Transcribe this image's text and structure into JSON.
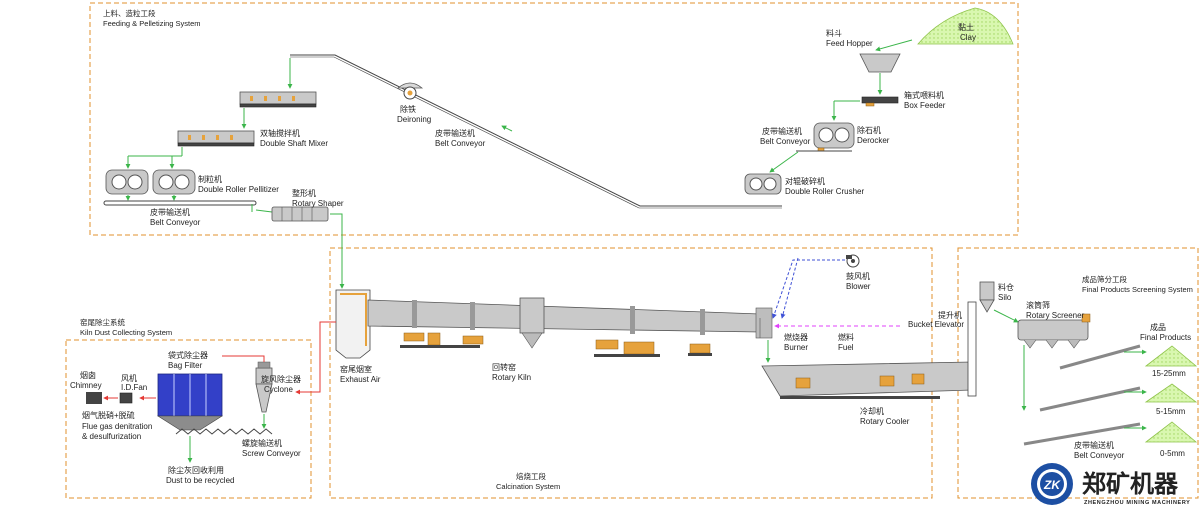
{
  "zones": {
    "feeding_cn": "上料、造粒工段",
    "feeding_en": "Feeding & Pelletizing System",
    "dust_cn": "窑尾除尘系统",
    "dust_en": "Kiln Dust Collecting System",
    "calcination_cn": "焙烧工段",
    "calcination_en": "Calcination System",
    "screening_cn": "成品筛分工段",
    "screening_en": "Final Products Screening System"
  },
  "labels": {
    "clay_cn": "黏土",
    "clay_en": "Clay",
    "feed_hopper_cn": "料斗",
    "feed_hopper_en": "Feed Hopper",
    "box_feeder_cn": "箱式喂料机",
    "box_feeder_en": "Box Feeder",
    "derocker_cn": "除石机",
    "derocker_en": "Derocker",
    "belt_conveyor_cn": "皮带输送机",
    "belt_conveyor_en": "Belt Conveyor",
    "double_roller_crusher_cn": "对辊破碎机",
    "double_roller_crusher_en": "Double Roller Crusher",
    "deironing_cn": "除铁",
    "deironing_en": "Deironing",
    "double_shaft_mixer_cn": "双轴搅拌机",
    "double_shaft_mixer_en": "Double Shaft Mixer",
    "pellitizer_cn": "制粒机",
    "pellitizer_en": "Double Roller Pellitizer",
    "rotary_shaper_cn": "整形机",
    "rotary_shaper_en": "Rotary Shaper",
    "blower_cn": "鼓风机",
    "blower_en": "Blower",
    "burner_cn": "燃烧器",
    "burner_en": "Burner",
    "fuel_cn": "燃料",
    "fuel_en": "Fuel",
    "bucket_elevator_cn": "提升机",
    "bucket_elevator_en": "Bucket Elevator",
    "silo_cn": "料仓",
    "silo_en": "Silo",
    "rotary_screener_cn": "滚筒筛",
    "rotary_screener_en": "Rotary Screener",
    "final_products_cn": "成品",
    "final_products_en": "Final Products",
    "size_1": "15-25mm",
    "size_2": "5-15mm",
    "size_3": "0-5mm",
    "exhaust_air_cn": "窑尾烟室",
    "exhaust_air_en": "Exhaust Air",
    "rotary_kiln_cn": "回转窑",
    "rotary_kiln_en": "Rotary Kiln",
    "rotary_cooler_cn": "冷却机",
    "rotary_cooler_en": "Rotary Cooler",
    "chimney_cn": "烟囱",
    "chimney_en": "Chimney",
    "id_fan_cn": "风机",
    "id_fan_en": "I.D.Fan",
    "bag_filter_cn": "袋式除尘器",
    "bag_filter_en": "Bag Filter",
    "cyclone_cn": "旋风除尘器",
    "cyclone_en": "Cyclone",
    "flue_gas_cn": "烟气脱硝+脱硫",
    "flue_gas_en1": "Flue gas denitration",
    "flue_gas_en2": "& desulfurization",
    "screw_conveyor_cn": "螺旋输送机",
    "screw_conveyor_en": "Screw Conveyor",
    "dust_recycle_cn": "除尘灰回收利用",
    "dust_recycle_en": "Dust to be recycled"
  },
  "brand": {
    "name_cn": "郑矿机器",
    "name_en": "ZHENGZHOU MINING MACHINERY",
    "logo": "ZK"
  },
  "colors": {
    "zone_border": "#e0922e",
    "material_flow": "#3bb54a",
    "gas_flow": "#e53935",
    "air_flow": "#3f51d6",
    "fuel_flow": "#e040fb",
    "brand": "#1d4fa3"
  }
}
